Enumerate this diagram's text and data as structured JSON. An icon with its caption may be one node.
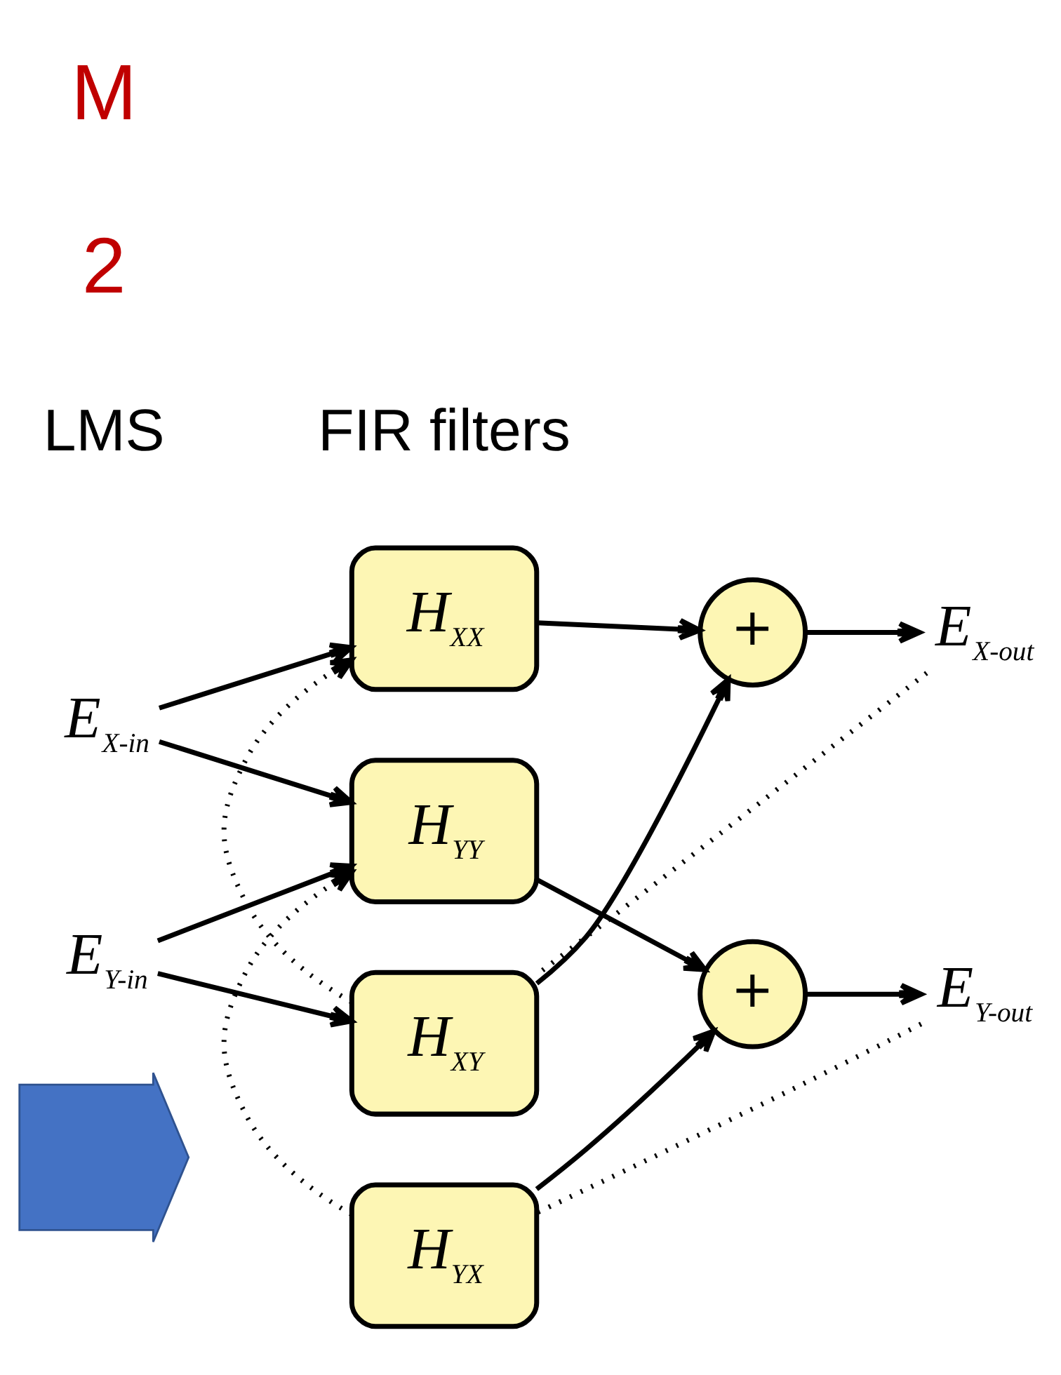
{
  "diagram": {
    "nodes": [
      {
        "text": [],
        "shape": "arrow"
      },
      {
        "text": [
          "E$_{X-in}$"
        ]
      },
      {
        "text": [
          "E$_{Y-in}$"
        ]
      },
      {
        "text": [
          "H$_{XX}$"
        ]
      },
      {
        "text": [
          "H$_{XY}$"
        ]
      },
      {
        "text": [
          "H$_{YX}$"
        ]
      },
      {
        "text": [
          "H$_{YY}$"
        ]
      },
      {
        "text": [
          "+"
        ]
      },
      {
        "text": [
          "+"
        ]
      },
      {
        "text": [
          "E$_{X-out}$"
        ]
      },
      {
        "text": [
          "E$_{Y-out}$"
        ]
      }
    ],
    "edges": [
      {
        "from": 1,
        "to": 3,
        "arrow": "to"
      },
      {
        "from": 1,
        "to": 6,
        "arrow": "to"
      },
      {
        "from": 2,
        "to": 4,
        "arrow": "to"
      },
      {
        "from": 2,
        "to": 6,
        "arrow": "to"
      },
      {
        "from": 3,
        "to": 7,
        "arrow": "to"
      },
      {
        "from": 4,
        "to": 7,
        "arrow": "to"
      },
      {
        "from": 7,
        "to": 9,
        "arrow": "to"
      },
      {
        "from": 5,
        "to": 8,
        "arrow": "to"
      },
      {
        "from": 6,
        "to": 8,
        "arrow": "to"
      },
      {
        "from": 8,
        "to": 10,
        "arrow": "to"
      },
      {
        "from": 9,
        "to": 4,
        "arrow": "none",
        "style": "dashed"
      },
      {
        "from": 4,
        "to": 3,
        "arrow": "to",
        "style": "dashed"
      },
      {
        "from": 10,
        "to": 5,
        "arrow": "none",
        "style": "dashed"
      },
      {
        "from": 5,
        "to": 6,
        "arrow": "to",
        "style": "dashed"
      }
    ],
    "labels": [
      "LMS",
      "FIR filters",
      "2",
      "M"
    ]
  }
}
